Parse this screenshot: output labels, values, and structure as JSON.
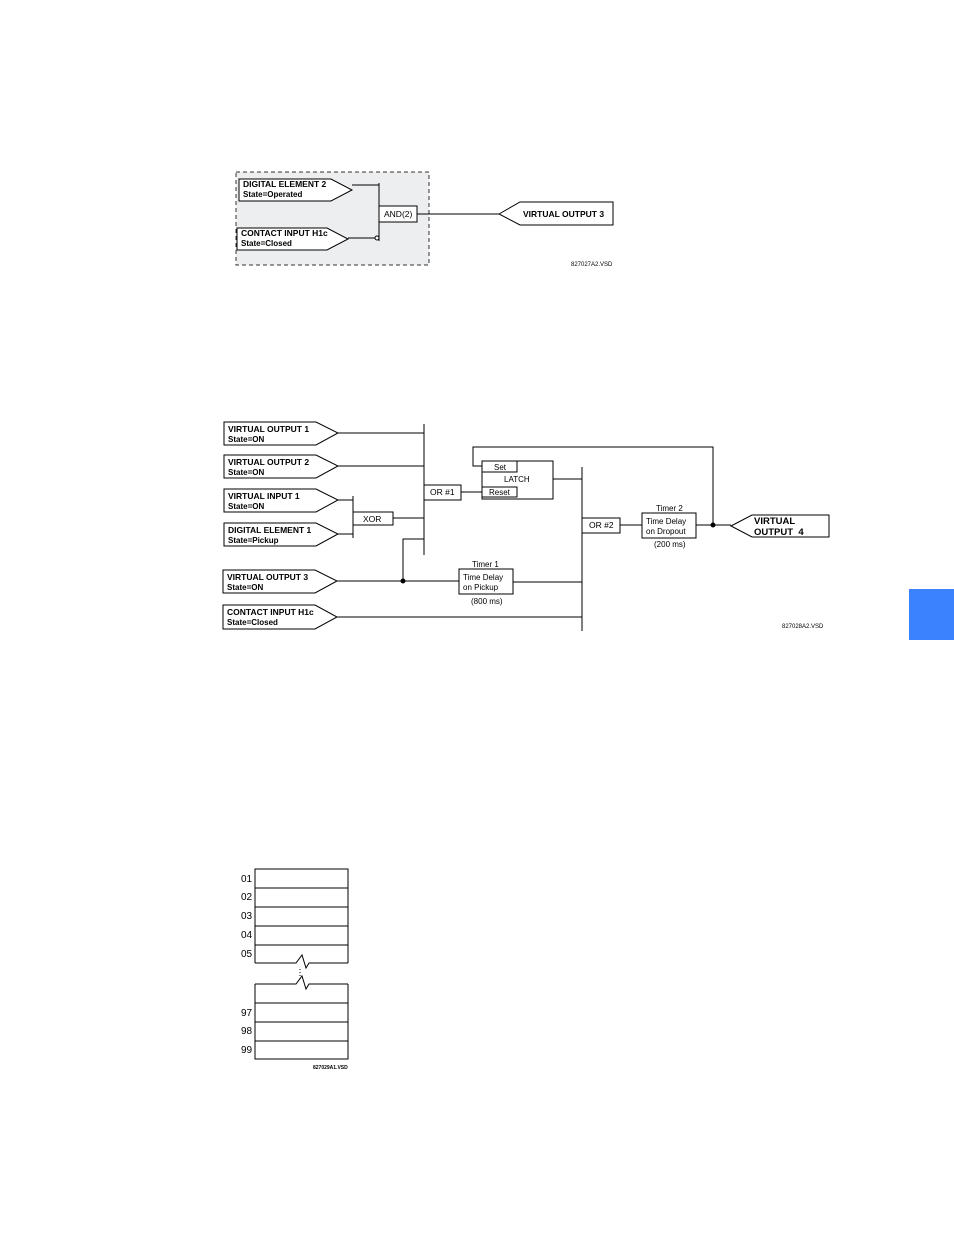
{
  "diagram1": {
    "inputs": [
      {
        "name": "DIGITAL ELEMENT 2",
        "state": "State=Operated"
      },
      {
        "name": "CONTACT INPUT H1c",
        "state": "State=Closed"
      }
    ],
    "gate": "AND(2)",
    "output": "VIRTUAL OUTPUT 3",
    "file_ref": "827027A2.VSD"
  },
  "diagram2": {
    "inputs": [
      {
        "name": "VIRTUAL OUTPUT 1",
        "state": "State=ON"
      },
      {
        "name": "VIRTUAL OUTPUT 2",
        "state": "State=ON"
      },
      {
        "name": "VIRTUAL INPUT 1",
        "state": "State=ON"
      },
      {
        "name": "DIGITAL ELEMENT 1",
        "state": "State=Pickup"
      },
      {
        "name": "VIRTUAL OUTPUT 3",
        "state": "State=ON"
      },
      {
        "name": "CONTACT INPUT H1c",
        "state": "State=Closed"
      }
    ],
    "xor": "XOR",
    "or1": "OR #1",
    "or2": "OR #2",
    "latch": {
      "set": "Set",
      "title": "LATCH",
      "reset": "Reset"
    },
    "timer1": {
      "title": "Timer 1",
      "line1": "Time Delay",
      "line2": "on Pickup",
      "delay": "(800 ms)"
    },
    "timer2": {
      "title": "Timer 2",
      "line1": "Time Delay",
      "line2": "on Dropout",
      "delay": "(200 ms)"
    },
    "output": {
      "line1": "VIRTUAL",
      "line2": "OUTPUT  4"
    },
    "file_ref": "827028A2.VSD"
  },
  "register": {
    "top_rows": [
      "01",
      "02",
      "03",
      "04",
      "05"
    ],
    "bottom_rows": [
      "97",
      "98",
      "99"
    ],
    "file_ref": "827029A1.VSD"
  },
  "side_tab_color": "#3b82ff"
}
